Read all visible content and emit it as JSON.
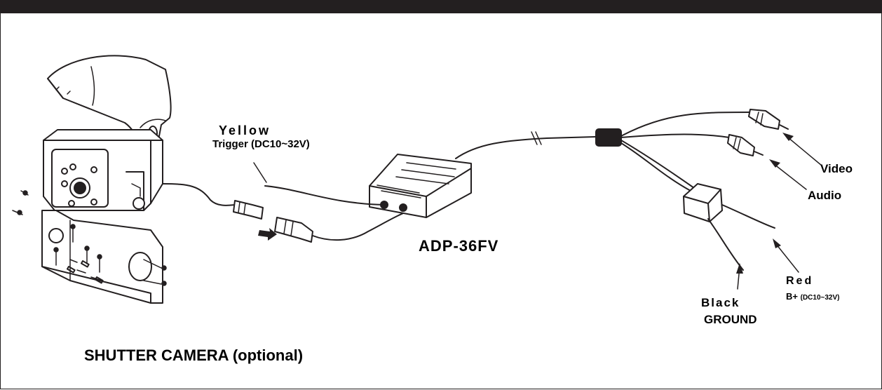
{
  "labels": {
    "yellow": "Yellow",
    "trigger": "Trigger (DC10~32V)",
    "model": "ADP-36FV",
    "video": "Video",
    "audio": "Audio",
    "red": "Red",
    "bplus_prefix": "B+",
    "bplus_range": "(DC10~32V)",
    "black": "Black",
    "ground": "GROUND",
    "camera": "SHUTTER CAMERA (optional)"
  },
  "colors": {
    "line": "#231f20",
    "bar": "#231f20",
    "background": "#ffffff"
  },
  "icons": [
    "shutter-camera",
    "camera-hood",
    "mounting-bracket",
    "screws",
    "connector-plug",
    "adapter-box",
    "splitter-block",
    "rca-plug",
    "fuse-box",
    "pointer-arrow"
  ]
}
